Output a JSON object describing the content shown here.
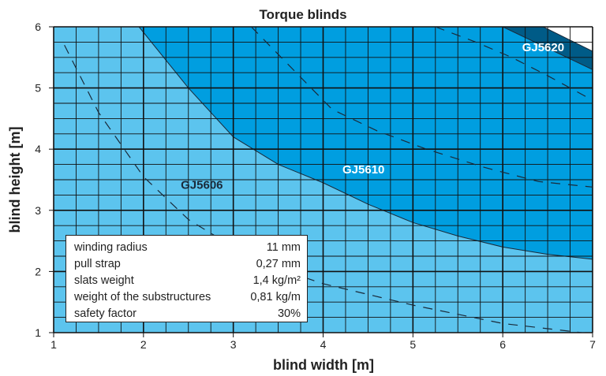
{
  "chart_data": {
    "type": "area",
    "title": "Torque blinds",
    "xlabel": "blind width [m]",
    "ylabel": "blind height [m]",
    "xlim": [
      1,
      7
    ],
    "ylim": [
      1,
      6
    ],
    "xticks": [
      1,
      2,
      3,
      4,
      5,
      6,
      7
    ],
    "yticks": [
      1,
      2,
      3,
      4,
      5,
      6
    ],
    "grid": true,
    "regions": [
      {
        "name": "GJ5606",
        "color": "#5cc4ee",
        "upper_boundary": [
          [
            1.95,
            6
          ],
          [
            2.5,
            5
          ],
          [
            3,
            4.2
          ],
          [
            3.5,
            3.75
          ],
          [
            4,
            3.45
          ],
          [
            4.5,
            3.1
          ],
          [
            5,
            2.8
          ],
          [
            5.5,
            2.58
          ],
          [
            6,
            2.4
          ],
          [
            6.5,
            2.28
          ],
          [
            7,
            2.2
          ]
        ]
      },
      {
        "name": "GJ5610",
        "color": "#009ee0",
        "upper_boundary": [
          [
            6,
            6
          ],
          [
            7,
            5.3
          ]
        ]
      },
      {
        "name": "GJ5620",
        "color": "#005b87",
        "upper_boundary": [
          [
            6.45,
            6
          ],
          [
            7,
            5.6
          ]
        ]
      }
    ],
    "region_labels": [
      {
        "text": "GJ5606",
        "x": 2.65,
        "y": 3.35,
        "color": "#1a2a3a"
      },
      {
        "text": "GJ5610",
        "x": 4.45,
        "y": 3.6,
        "color": "#ffffff"
      },
      {
        "text": "GJ5620",
        "x": 6.45,
        "y": 5.6,
        "color": "#ffffff"
      }
    ],
    "dashed_curves": [
      [
        [
          1.12,
          5.7
        ],
        [
          1.5,
          4.6
        ],
        [
          2,
          3.55
        ],
        [
          2.5,
          2.85
        ],
        [
          3,
          2.4
        ],
        [
          3.5,
          2.05
        ],
        [
          4,
          1.8
        ],
        [
          5,
          1.45
        ],
        [
          6,
          1.15
        ],
        [
          7,
          0.98
        ]
      ],
      [
        [
          3.2,
          6
        ],
        [
          3.6,
          5.4
        ],
        [
          4.1,
          4.65
        ],
        [
          4.6,
          4.3
        ],
        [
          5.15,
          4.0
        ],
        [
          5.8,
          3.7
        ],
        [
          6.4,
          3.47
        ],
        [
          7,
          3.38
        ]
      ],
      [
        [
          5.25,
          6
        ],
        [
          5.7,
          5.75
        ],
        [
          6.1,
          5.5
        ],
        [
          6.5,
          5.2
        ],
        [
          7,
          4.8
        ]
      ]
    ],
    "legend": [
      {
        "label": "winding radius",
        "value": "11 mm"
      },
      {
        "label": "pull strap",
        "value": "0,27 mm"
      },
      {
        "label": "slats weight",
        "value": "1,4 kg/m²"
      },
      {
        "label": "weight of the substructures",
        "value": "0,81 kg/m"
      },
      {
        "label": "safety factor",
        "value": "30%"
      }
    ]
  }
}
